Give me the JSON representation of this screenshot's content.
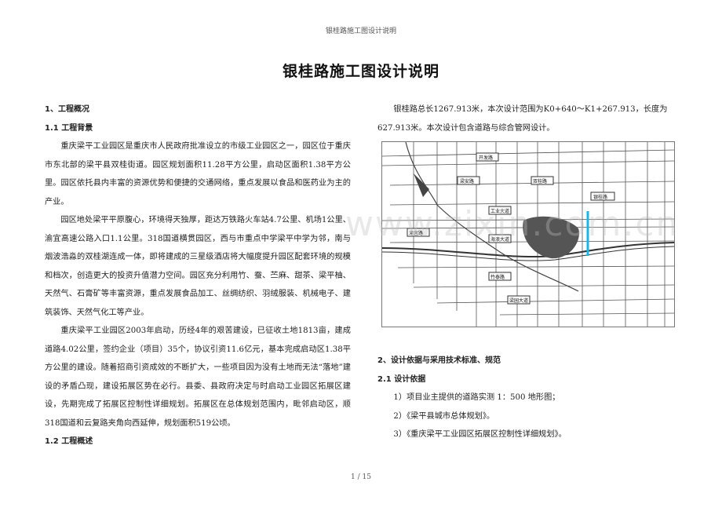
{
  "header": {
    "running_title": "银桂路施工图设计说明"
  },
  "title": "银桂路施工图设计说明",
  "left": {
    "sec1": "1、工程概况",
    "sec1_1": "1.1 工程背景",
    "para1": "重庆梁平工业园区是重庆市人民政府批准设立的市级工业园区之一，园区位于重庆市东北部的梁平县双桂街道。园区规划面积11.28平方公里，启动区面积1.38平方公里。园区依托县内丰富的资源优势和便捷的交通网络，重点发展以食品和医药业为主的产业。",
    "para2": "园区地处梁平平原腹心，环境得天独厚，距达万铁路火车站4.7公里、机场1公里、渝宜高速公路入口1.1公里。318国道横贯园区，西与市重点中学梁平中学为邻，南与烟波浩淼的双桂湖连成一体，即将建成的三星级酒店将大幅度提升园区配套环境的规模和档次，创造更大的投资升值潜力空间。园区充分利用竹、蚕、苎麻、甜茶、梁平柚、天然气、石膏矿等丰富资源，重点发展食品加工、丝绸纺织、羽绒服装、机械电子、建筑装饰、天然气化工等产业。",
    "para3": "重庆梁平工业园区2003年启动，历经4年的艰苦建设，已征收土地1813亩，建成道路4.02公里，签约企业（项目）35个，协议引资11.6亿元，基本完成启动区1.38平方公里的建设。随着招商引资成效的不断扩大，一些项目因为没有土地而无法“落地”建设的矛盾凸现，建设拓展区势在必行。县委、县政府决定与时启动工业园区拓展区建设，先期完成了拓展区控制性详细规划。拓展区在总体规划范围内，毗邻启动区，顺318国道和云复路夹角向西延伸，规划面积519公顷。",
    "sec1_2": "1.2 工程概述"
  },
  "right": {
    "intro": "银桂路总长1267.913米，本次设计范围为K0+640～K1+267.913，长度为627.913米。本次设计包含道路与综合管网设计。",
    "sec2": "2、设计依据与采用技术标准、规范",
    "sec2_1": "2.1 设计依据",
    "items": [
      "1）项目业主提供的道路实测 1：500 地形图；",
      "2）《梁平县城市总体规划》。",
      "3）《重庆梁平工业园区拓展区控制性详细规划》。"
    ]
  },
  "map": {
    "labels": [
      "开发路",
      "梁安路",
      "银桂路",
      "工业大道",
      "渝宜路",
      "海浪大道",
      "竹泰路",
      "梁园大道",
      "双桂路"
    ],
    "highlight_color": "#19b7e8"
  },
  "watermark": "www.zixin.com.cn",
  "footer": {
    "page": "1 / 15"
  }
}
